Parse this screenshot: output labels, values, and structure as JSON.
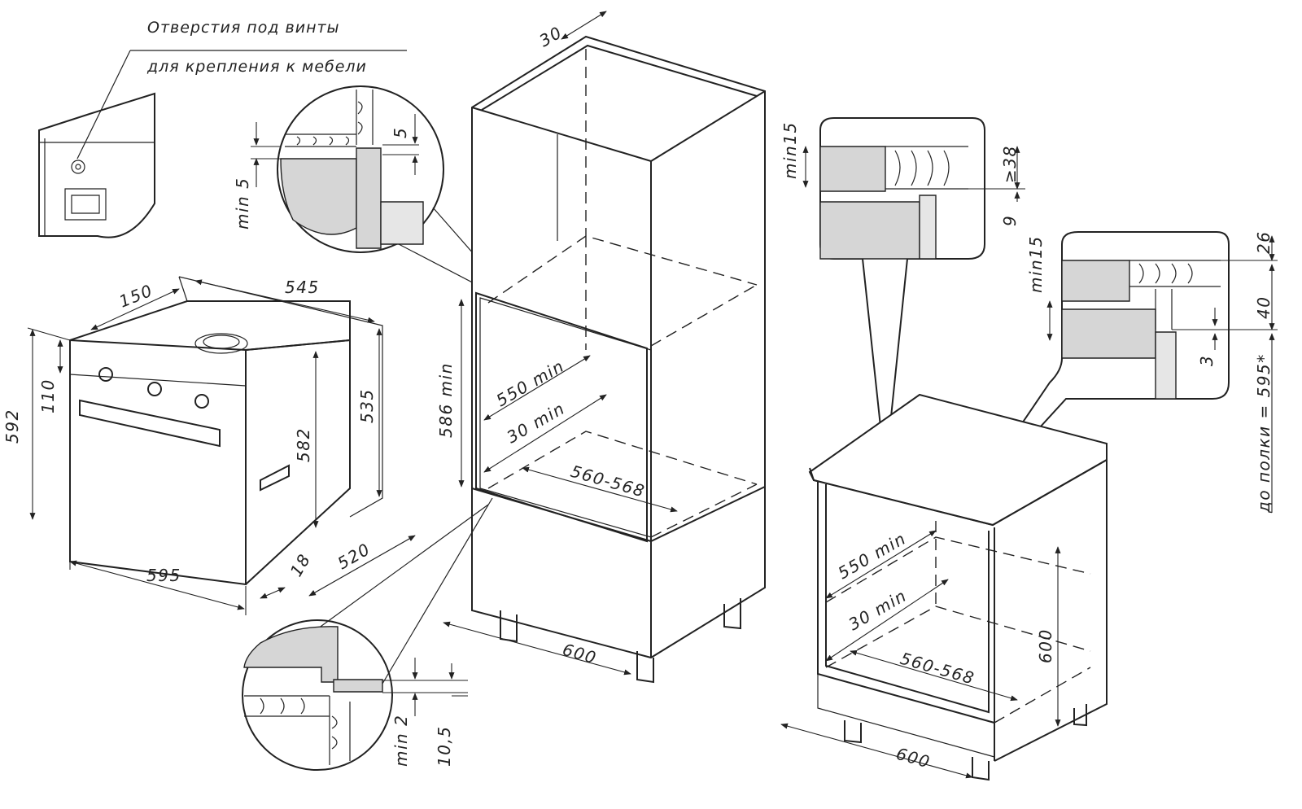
{
  "notes": {
    "screw_holes_line1": "Отверстия под винты",
    "screw_holes_line2": "для крепления к мебели",
    "shelf_note": "до полки = 595*"
  },
  "oven": {
    "d150": "150",
    "d545": "545",
    "d592": "592",
    "d110": "110",
    "d582": "582",
    "d535": "535",
    "d595": "595",
    "d18": "18",
    "d520": "520"
  },
  "tall_cabinet": {
    "d30": "30",
    "d586min": "586 min",
    "d550min": "550 min",
    "d30min": "30 min",
    "d560_568": "560-568",
    "d600": "600"
  },
  "detail_top": {
    "d5": "5",
    "min5": "min 5"
  },
  "detail_bottom": {
    "min2": "min 2",
    "d10_5": "10,5"
  },
  "base_cabinet": {
    "d550min": "550 min",
    "d30min": "30 min",
    "d560_568": "560-568",
    "d600_height": "600",
    "d600_width": "600"
  },
  "detail_right1": {
    "min15": "min15",
    "ge38": "≥38",
    "d9": "9"
  },
  "detail_right2": {
    "min15": "min15",
    "d26": "26",
    "d40": "40",
    "d3": "3"
  }
}
